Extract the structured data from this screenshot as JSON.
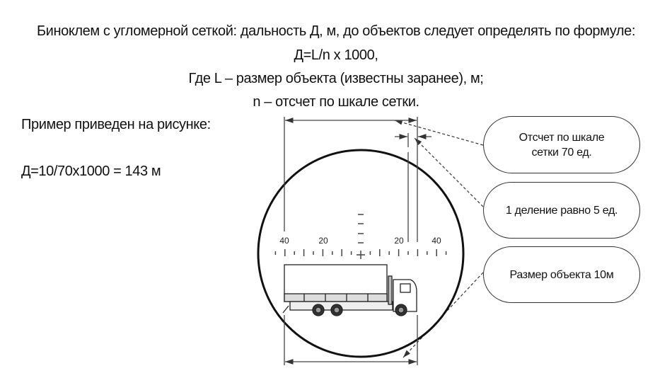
{
  "header": {
    "line1": "Биноклем с угломерной сеткой: дальность Д, м, до объектов следует определять по формуле:",
    "formula": "Д=L/n x 1000,",
    "line3": "Где L – размер объекта (известны заранее), м;",
    "line4": "n – отсчет по шкале сетки."
  },
  "example": {
    "intro": "Пример приведен на рисунке:",
    "calculation": "Д=10/70x1000 = 143 м"
  },
  "reticle": {
    "scale_labels": [
      "40",
      "20",
      "20",
      "40"
    ],
    "units_per_division": 5
  },
  "callouts": [
    {
      "text": "Отсчет по шкале сетки 70 ед."
    },
    {
      "text": "1 деление равно 5 ед."
    },
    {
      "text": "Размер объекта 10м"
    }
  ]
}
